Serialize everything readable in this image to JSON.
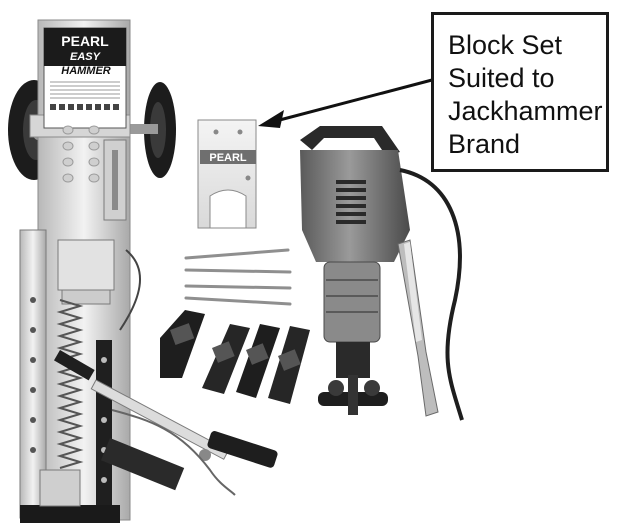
{
  "callout": {
    "lines": [
      "Block Set",
      "Suited to",
      "Jackhammer",
      "Brand"
    ]
  },
  "brand": {
    "name": "PEARL",
    "model_line1": "EASY",
    "model_line2": "HAMMER",
    "plate_label": "PEARL"
  },
  "icons": [
    "pearl-easy-hammer-cart-photo",
    "jackhammer-photo",
    "chisel-bit-photo",
    "mounting-plate-photo",
    "rods-photo",
    "blocks-photo",
    "wheel-photo",
    "pointer-arrow"
  ],
  "colors": {
    "outline": "#1a1a1a",
    "metal_light": "#e8e8e8",
    "metal_mid": "#bdbdbd",
    "dark": "#2a2a2a",
    "jackhammer_body": "#7a7a7a"
  }
}
